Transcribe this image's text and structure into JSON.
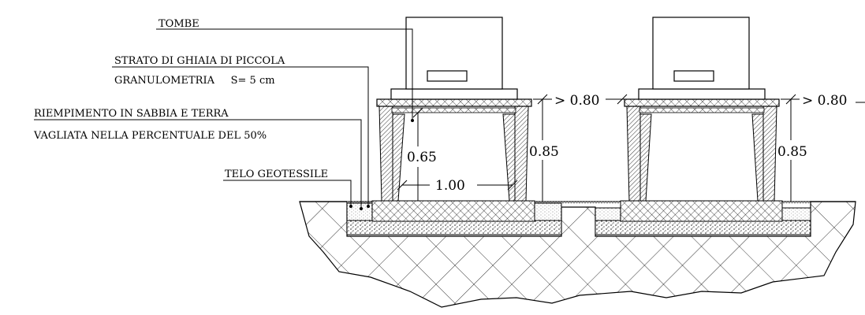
{
  "labels": {
    "tombe": "TOMBE",
    "ghiaia_line1": "STRATO DI GHIAIA DI PICCOLA",
    "ghiaia_line2": "GRANULOMETRIA     S= 5 cm",
    "sabbia_line1": "RIEMPIMENTO IN SABBIA E TERRA",
    "sabbia_line2": "VAGLIATA NELLA PERCENTUALE DEL 50%",
    "telo": "TELO GEOTESSILE"
  },
  "dimensions": {
    "inner_height": "0.65",
    "width": "1.00",
    "left_height": "0.85",
    "right_height": "0.85",
    "gap_left": "> 0.80",
    "gap_right": "> 0.80"
  }
}
